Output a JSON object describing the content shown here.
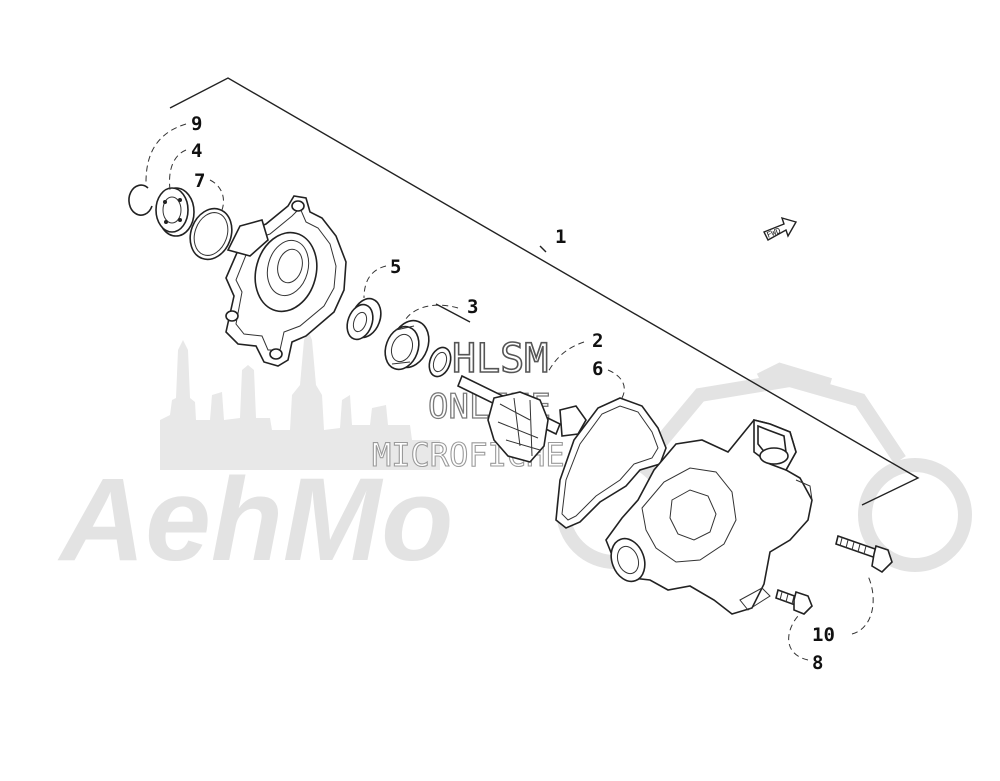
{
  "watermark": {
    "big_text": "AehMo",
    "line1": "HLSM",
    "line2": "ONLINE",
    "line3": "MICROFICHE"
  },
  "fwd_label": "FWD",
  "callouts": [
    {
      "id": "1",
      "text": "1"
    },
    {
      "id": "2",
      "text": "2"
    },
    {
      "id": "3",
      "text": "3"
    },
    {
      "id": "4",
      "text": "4"
    },
    {
      "id": "5",
      "text": "5"
    },
    {
      "id": "6",
      "text": "6"
    },
    {
      "id": "7",
      "text": "7"
    },
    {
      "id": "8",
      "text": "8"
    },
    {
      "id": "9",
      "text": "9"
    },
    {
      "id": "10",
      "text": "10"
    }
  ]
}
